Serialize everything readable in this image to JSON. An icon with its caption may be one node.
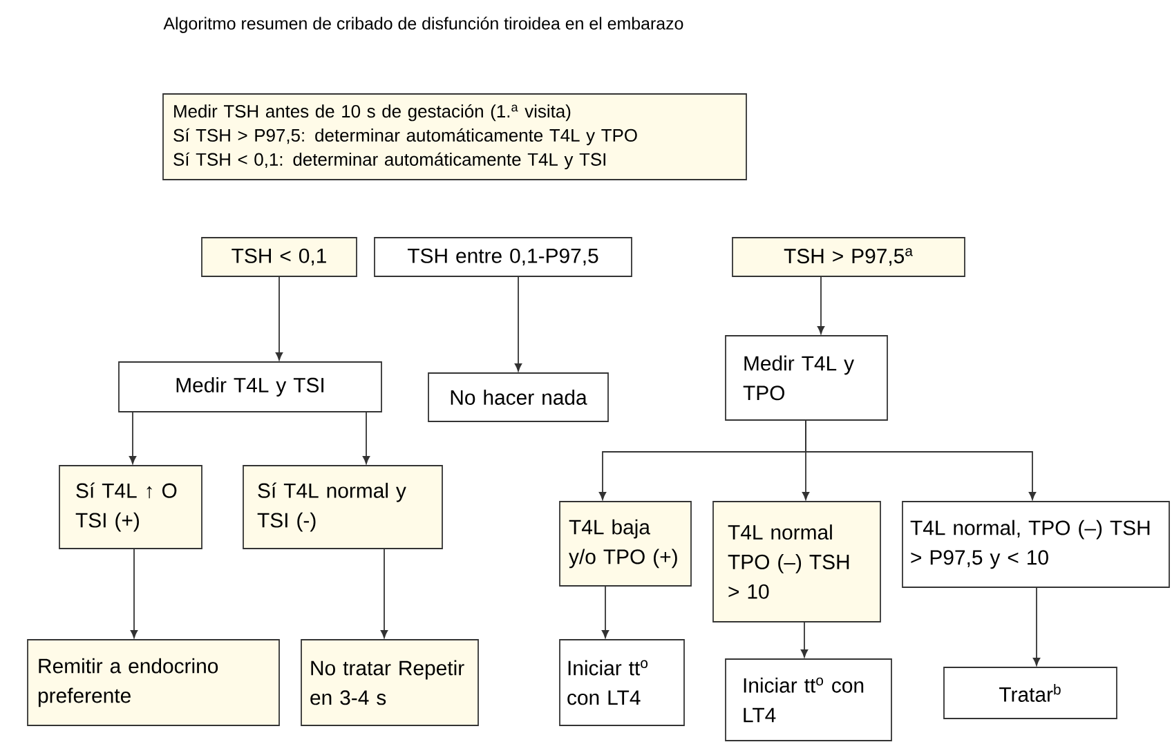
{
  "diagram": {
    "title": "Algoritmo resumen de cribado de disfunción tiroidea en el embarazo",
    "nodes": [
      {
        "text": [
          "Medir TSH antes de 10 s de gestación (1.$^{a}$ visita)",
          "Sí TSH > P97,5: determinar automáticamente T4L y TPO",
          "Sí TSH < 0,1: determinar automáticamente T4L y TSI"
        ]
      },
      {
        "text": [
          "TSH < 0,1"
        ]
      },
      {
        "text": [
          "TSH entre 0,1-P97,5"
        ]
      },
      {
        "text": [
          "TSH > P97,5$^{a}$"
        ]
      },
      {
        "text": [
          "Medir T4L y TSI"
        ]
      },
      {
        "text": [
          "No hacer nada"
        ]
      },
      {
        "text": [
          "Medir T4L y TPO"
        ]
      },
      {
        "text": [
          "Sí T4L ↑ O TSI (+)"
        ]
      },
      {
        "text": [
          "Sí T4L normal y TSI (-)"
        ]
      },
      {
        "text": [
          "T4L baja y/o TPO (+)"
        ]
      },
      {
        "text": [
          "T4L normal TPO (–) TSH > 10"
        ]
      },
      {
        "text": [
          "T4L normal, TPO (–) TSH > P97,5 y < 10"
        ]
      },
      {
        "text": [
          "Remitir a endocrino preferente"
        ]
      },
      {
        "text": [
          "No tratar Repetir en 3-4 s"
        ]
      },
      {
        "text": [
          "Iniciar tt$^{o}$ con LT4"
        ]
      },
      {
        "text": [
          "Iniciar tt$^{o}$ con LT4"
        ]
      },
      {
        "text": [
          "Tratar$^{b}$"
        ]
      }
    ],
    "edges": [
      {
        "from": 1,
        "to": 4,
        "arrow": "to"
      },
      {
        "from": 2,
        "to": 5,
        "arrow": "to"
      },
      {
        "from": 3,
        "to": 6,
        "arrow": "to"
      },
      {
        "from": 4,
        "to": 7,
        "arrow": "to"
      },
      {
        "from": 4,
        "to": 8,
        "arrow": "to"
      },
      {
        "from": 6,
        "to": 9,
        "arrow": "to"
      },
      {
        "from": 6,
        "to": 10,
        "arrow": "to"
      },
      {
        "from": 6,
        "to": 11,
        "arrow": "to"
      },
      {
        "from": 7,
        "to": 12,
        "arrow": "to"
      },
      {
        "from": 8,
        "to": 13,
        "arrow": "to"
      },
      {
        "from": 9,
        "to": 14,
        "arrow": "to"
      },
      {
        "from": 10,
        "to": 15,
        "arrow": "to"
      },
      {
        "from": 11,
        "to": 16,
        "arrow": "to"
      }
    ]
  }
}
